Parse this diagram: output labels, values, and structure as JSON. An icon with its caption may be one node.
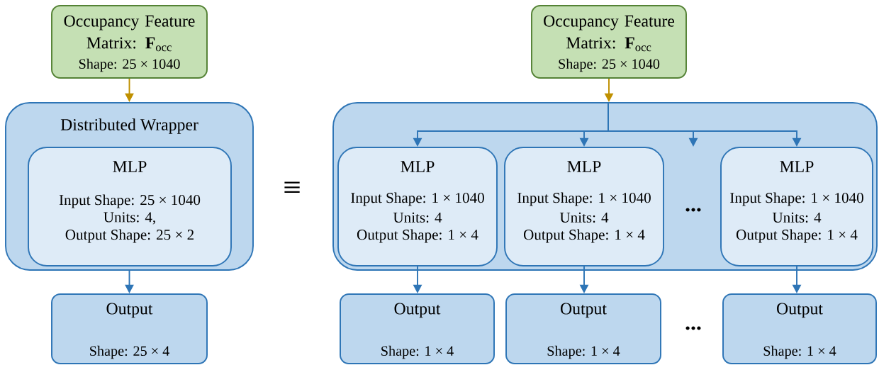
{
  "diagram": {
    "nodes": [
      {
        "text": [
          "Occupancy Feature Matrix: **F**$_{occ}$",
          "Shape: 25 × 1040"
        ]
      },
      {
        "text": [
          "Distributed Wrapper"
        ]
      },
      {
        "text": [
          "MLP",
          "Input Shape: 25 × 1040",
          "Units: 4,",
          "Output Shape: 25 × 2"
        ],
        "in": 1
      },
      {
        "text": [
          "Output",
          "Shape: 25 × 4"
        ]
      },
      {
        "text": [
          "Occupancy Feature Matrix: **F**$_{occ}$",
          "Shape: 25 × 1040"
        ]
      },
      {
        "text": [],
        "shape": "box"
      },
      {
        "text": [
          "MLP",
          "Input Shape: 1 × 1040",
          "Units: 4",
          "Output Shape: 1 × 4"
        ],
        "in": 5
      },
      {
        "text": [
          "MLP",
          "Input Shape: 1 × 1040",
          "Units: 4",
          "Output Shape: 1 × 4"
        ],
        "in": 5
      },
      {
        "text": [
          "MLP",
          "Input Shape: 1 × 1040",
          "Units: 4",
          "Output Shape: 1 × 4"
        ],
        "in": 5
      },
      {
        "text": [
          "Output",
          "Shape: 1 × 4"
        ]
      },
      {
        "text": [
          "Output",
          "Shape: 1 × 4"
        ]
      },
      {
        "text": [
          "Output",
          "Shape: 1 × 4"
        ]
      }
    ],
    "edges": [
      {
        "from": 0,
        "to": 1,
        "arrow": "to",
        "color": "#bf9000"
      },
      {
        "from": 1,
        "to": 3,
        "arrow": "to"
      },
      {
        "from": 4,
        "to": 5,
        "arrow": "to",
        "color": "#bf9000"
      },
      {
        "from": 5,
        "to": 6,
        "arrow": "to"
      },
      {
        "from": 5,
        "to": 7,
        "arrow": "to"
      },
      {
        "from": 5,
        "to": null,
        "arrow": "to"
      },
      {
        "from": 5,
        "to": 8,
        "arrow": "to"
      },
      {
        "from": 6,
        "to": 9,
        "arrow": "to"
      },
      {
        "from": 7,
        "to": 10,
        "arrow": "to"
      },
      {
        "from": 8,
        "to": 11,
        "arrow": "to"
      }
    ],
    "labels": [
      "≡",
      "...",
      "..."
    ]
  }
}
